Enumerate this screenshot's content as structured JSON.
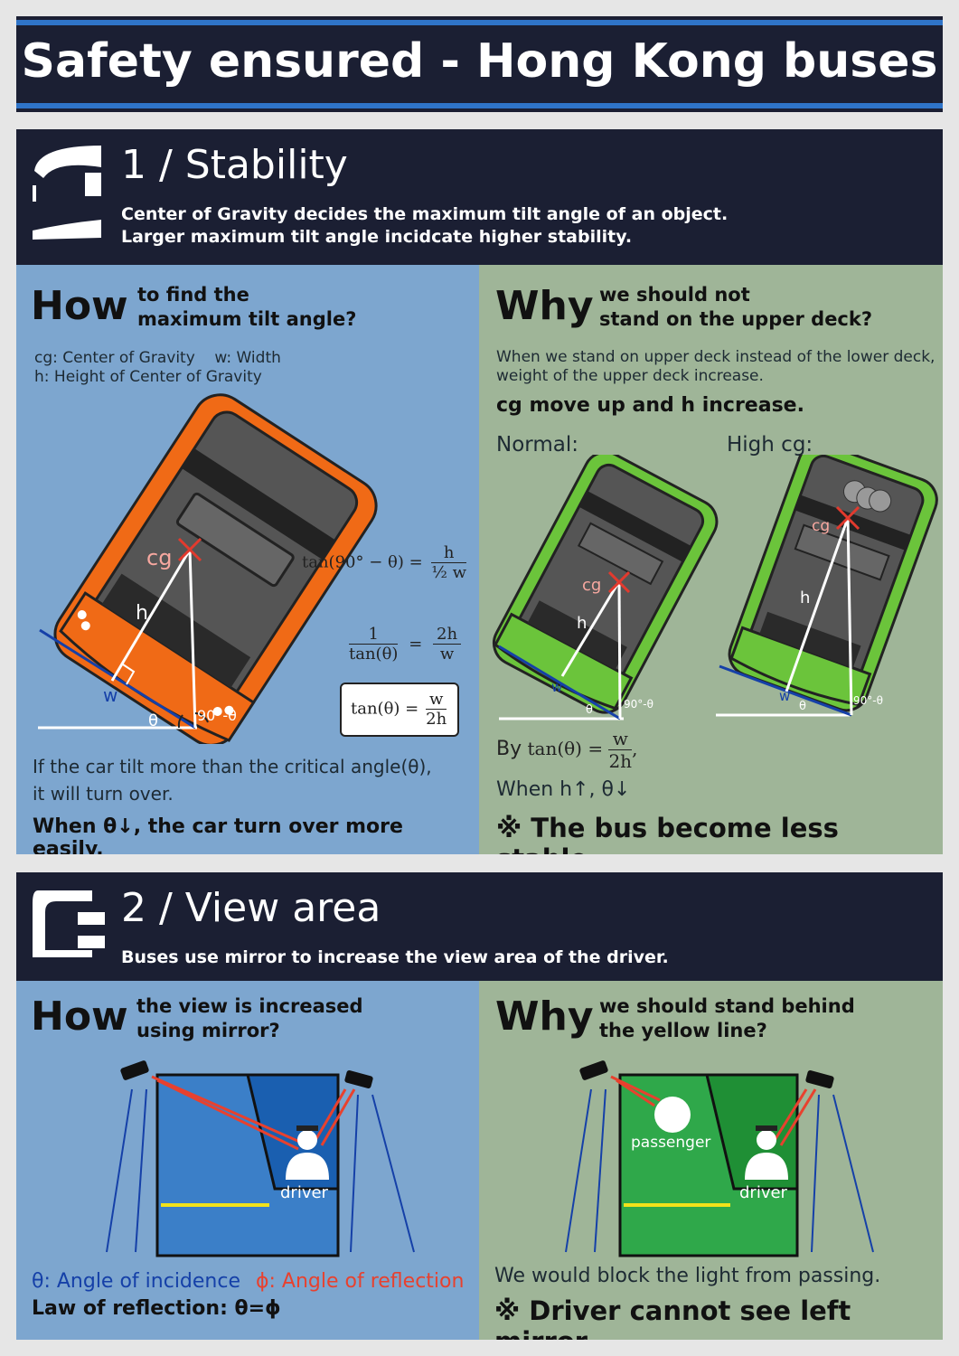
{
  "title": "Safety ensured - Hong Kong buses",
  "section1": {
    "heading": "1 / Stability",
    "desc_line1": "Center of Gravity decides the maximum tilt angle of an object.",
    "desc_line2": "Larger maximum tilt angle incidcate higher stability.",
    "how": {
      "word": "How",
      "q_line1": "to find the",
      "q_line2": "maximum tilt angle?",
      "legend_line1": "cg: Center of Gravity    w: Width",
      "legend_line2": "h: Height of Center of Gravity",
      "label_cg": "cg",
      "label_h": "h",
      "label_w": "w",
      "label_theta": "θ",
      "label_angle": "90°-θ",
      "eq1_lhs": "tan(90° − θ) =",
      "eq1_num": "h",
      "eq1_den": "½ w",
      "eq2_lhs_num": "1",
      "eq2_lhs_den": "tan(θ)",
      "eq2_rhs_num": "2h",
      "eq2_rhs_den": "w",
      "eq3_lhs": "tan(θ) =",
      "eq3_num": "w",
      "eq3_den": "2h",
      "text_line1": "If the car tilt more than the critical angle(θ),",
      "text_line2": "it will turn over.",
      "conclusion": "When θ↓, the car turn over more easily."
    },
    "why": {
      "word": "Why",
      "q_line1": "we should not",
      "q_line2": "stand on the upper deck?",
      "text_line1": "When we stand on upper deck instead of the lower deck,",
      "text_line2": "weight of the upper deck increase.",
      "bold_line": "cg move up and h increase.",
      "label_normal": "Normal:",
      "label_high": "High cg:",
      "by_label": "By",
      "eq_lhs": "tan(θ) =",
      "eq_num": "w",
      "eq_den": "2h",
      "eq_comma": ",",
      "when_line": "When h↑, θ↓",
      "conclusion": "※ The bus become less stable."
    }
  },
  "section2": {
    "heading": "2 / View area",
    "desc": "Buses use mirror to increase the view area of the driver.",
    "how": {
      "word": "How",
      "q_line1": "the view is increased",
      "q_line2": "using mirror?",
      "driver_label": "driver",
      "legend_theta": "θ: Angle of incidence",
      "legend_phi": "ϕ: Angle of reflection",
      "law": "Law of reflection: θ=ϕ"
    },
    "why": {
      "word": "Why",
      "q_line1": "we should stand behind",
      "q_line2": "the yellow line?",
      "passenger_label": "passenger",
      "driver_label": "driver",
      "text": "We would block the light from passing.",
      "conclusion": "※ Driver cannot see left mirror."
    }
  },
  "colors": {
    "navy": "#1b1f33",
    "blue_panel": "#7da6cf",
    "green_panel": "#9fb598",
    "orange_bus": "#f06a16",
    "green_bus": "#6bc43b",
    "red_mark": "#e23a2e",
    "theta_blue": "#1540a8",
    "phi_red": "#e8412e",
    "yellow_line": "#f2e21a"
  }
}
